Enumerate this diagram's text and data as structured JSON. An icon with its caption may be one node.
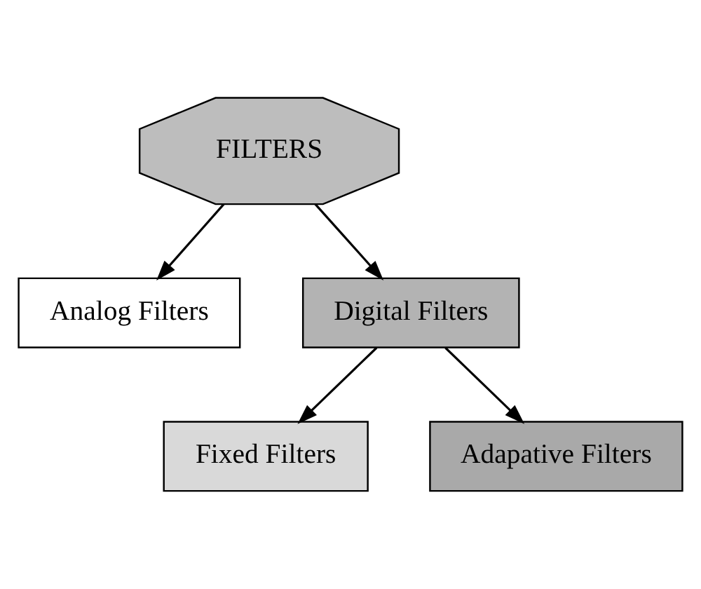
{
  "diagram": {
    "nodes": [
      {
        "text": [
          "FILTERS"
        ]
      },
      {
        "text": [
          "Analog Filters"
        ]
      },
      {
        "text": [
          "Digital Filters"
        ]
      },
      {
        "text": [
          "Fixed Filters"
        ]
      },
      {
        "text": [
          "Adapative Filters"
        ]
      }
    ],
    "edges": [
      {
        "from": 0,
        "to": 1,
        "arrow": "to"
      },
      {
        "from": 0,
        "to": 2,
        "arrow": "to"
      },
      {
        "from": 2,
        "to": 3,
        "arrow": "to"
      },
      {
        "from": 2,
        "to": 4,
        "arrow": "to"
      }
    ]
  }
}
